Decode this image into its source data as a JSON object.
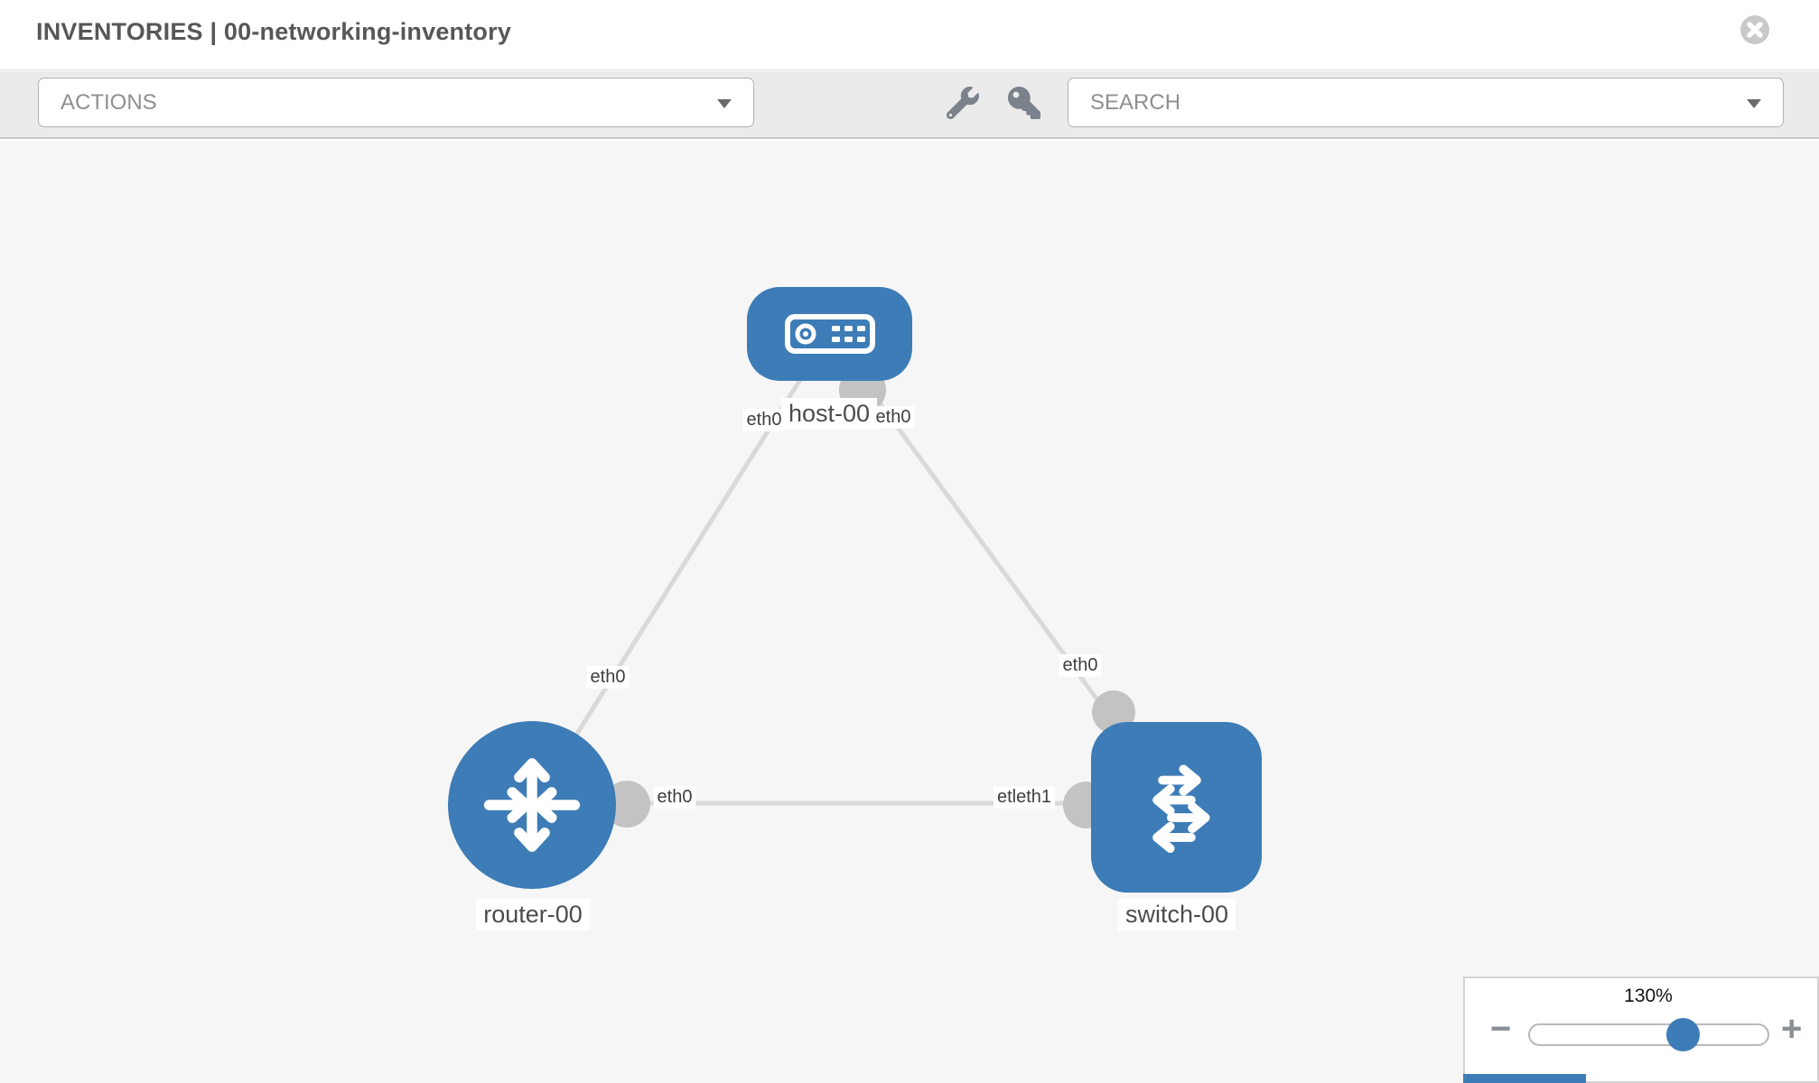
{
  "header": {
    "title": "INVENTORIES | 00-networking-inventory"
  },
  "toolbar": {
    "actions_label": "ACTIONS",
    "search_label": "SEARCH"
  },
  "colors": {
    "node_blue": "#3d7cb6",
    "link_gray": "#d9d9d9",
    "interface_gray": "#c3c3c3",
    "canvas_bg": "#f6f6f6",
    "toolbar_bg": "#ebebeb",
    "icon_gray": "#7b828b"
  },
  "topology": {
    "nodes": [
      {
        "label": "host-00",
        "type": "host"
      },
      {
        "label": "router-00",
        "type": "router"
      },
      {
        "label": "switch-00",
        "type": "switch"
      }
    ],
    "links": [
      {
        "from": "host-00",
        "to": "router-00"
      },
      {
        "from": "host-00",
        "to": "switch-00"
      },
      {
        "from": "router-00",
        "to": "switch-00"
      }
    ],
    "if_labels": {
      "host_left": "eth0",
      "host_right": "eth0",
      "router_top": "eth0",
      "switch_top": "eth0",
      "router_right": "eth0",
      "switch_left": "etleth1"
    }
  },
  "zoom_control": {
    "value": "130%",
    "minus_label": "−",
    "plus_label": "+"
  }
}
